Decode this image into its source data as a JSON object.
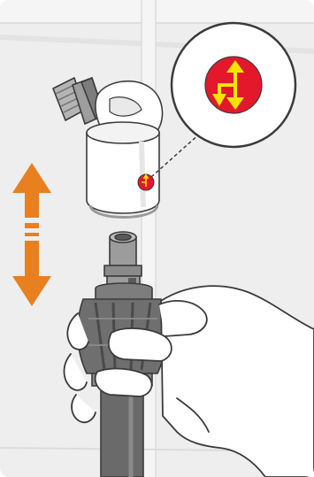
{
  "figure": {
    "subject": "illustration",
    "icon_names": [
      "wall-background",
      "elbow-valve",
      "valve-head",
      "red-symbol-dot",
      "magnifier-callout",
      "arrows-symbol",
      "double-arrow",
      "hose-adapter",
      "hand"
    ],
    "colors": {
      "wall": "#eeeeee",
      "wall_lines": "#e0e0e0",
      "outline": "#3b3b3b",
      "valve_white": "#ffffff",
      "metal": "#a9a9a9",
      "metal_dark": "#6f6f6f",
      "hose": "#6a6a6a",
      "accent_orange": "#e8801f",
      "symbol_red": "#e3182b",
      "symbol_yellow": "#f6e400",
      "skin": "#ffffff"
    }
  }
}
